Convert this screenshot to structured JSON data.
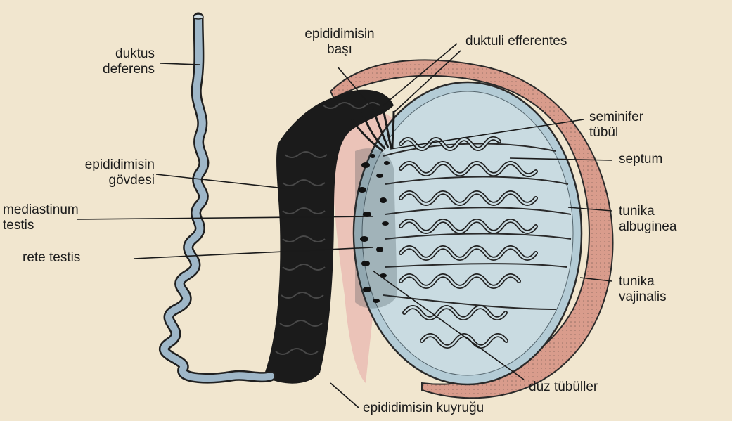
{
  "labels": {
    "duktus_deferens": [
      "duktus",
      "deferens"
    ],
    "epididimisin_basi": [
      "epididimisin",
      "başı"
    ],
    "duktuli_efferentes": "duktuli efferentes",
    "seminifer_tubul": [
      "seminifer",
      "tübül"
    ],
    "epididimisin_govdesi": [
      "epididimisin",
      "gövdesi"
    ],
    "septum": "septum",
    "mediastinum_testis": [
      "mediastinum",
      "testis"
    ],
    "tunika_albuginea": [
      "tunika",
      "albuginea"
    ],
    "rete_testis": "rete testis",
    "tunika_vajinalis": [
      "tunika",
      "vajinalis"
    ],
    "duz_tubuller": "düz tübüller",
    "epididimisin_kuyrugu": "epididimisin kuyruğu"
  },
  "colors": {
    "background": "#f1e6cf",
    "duct_blue": "#9fb7c8",
    "testis_blue": "#b4ccd6",
    "vaginalis_pink": "#d99c8c",
    "epididymis_dark": "#1b1b1b",
    "pink_fill": "#ebc3b8"
  }
}
